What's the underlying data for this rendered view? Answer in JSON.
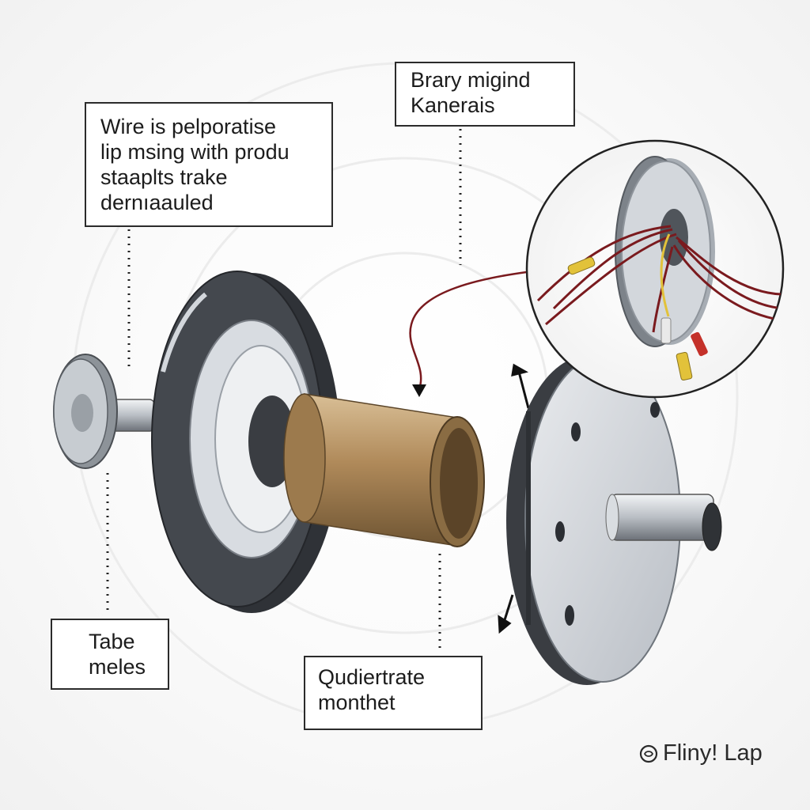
{
  "labels": {
    "wire_note": {
      "lines": [
        "Wire is pelporatise",
        "lip msing with produ",
        "staaplts trake",
        "dernıaauled"
      ]
    },
    "brary_note": {
      "lines": [
        "Brary migind",
        "Kanerais"
      ]
    },
    "tabe_note": {
      "lines": [
        "Tabe",
        "meles"
      ]
    },
    "qudi_note": {
      "lines": [
        "Qudiertrate",
        "monthet"
      ]
    }
  },
  "watermark": {
    "text": "Fliny! Lap",
    "icon": "circle-logo-icon"
  },
  "colors": {
    "outline": "#2b2b2b",
    "dark_disk": "#3a3d42",
    "steel": "#c9ced4",
    "bronze": "#b08a5a",
    "wire_red": "#7a1a1e",
    "wire_yellow": "#e2c23a"
  }
}
